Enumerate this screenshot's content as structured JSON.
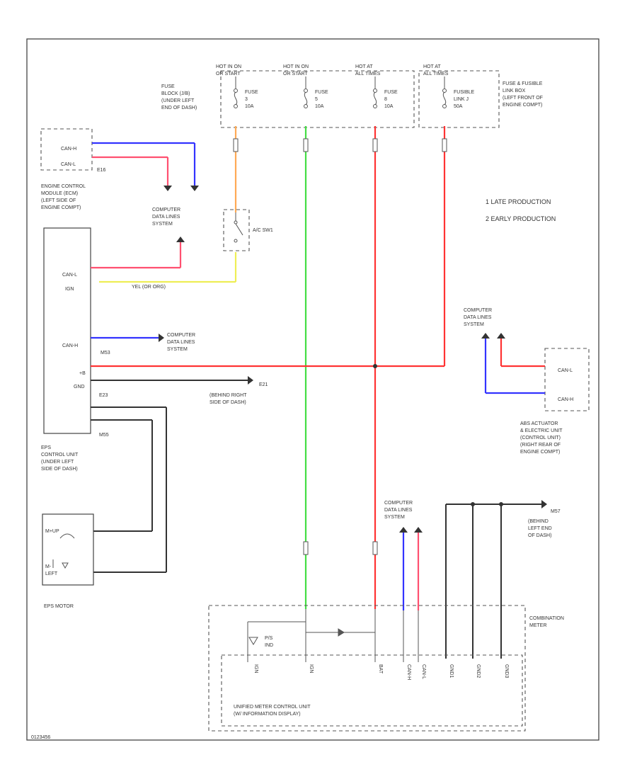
{
  "labels": {
    "hot1": "HOT IN ON\nOR START",
    "hot2": "HOT IN ON\nOR START",
    "hot3": "HOT AT\nALL TIMES",
    "hot4": "HOT AT\nALL TIMES",
    "fuse_block": "FUSE\nBLOCK (J/B)\n(UNDER LEFT\nEND OF DASH)",
    "fuse1": "FUSE\n3\n10A",
    "fuse2": "FUSE\n5\n10A",
    "fuse3": "FUSE\n8\n10A",
    "fusible": "FUSIBLE\nLINK J\n50A",
    "fuse_fusible_box": "FUSE & FUSIBLE\nLINK BOX\n(LEFT FRONT OF\nENGINE COMPT)",
    "ecm_conn_h": "CAN-H",
    "ecm_conn_l": "CAN-L",
    "e16": "E16",
    "ecm": "ENGINE CONTROL\nMODULE (ECM)\n(LEFT SIDE OF\nENGINE COMPT)",
    "comp_data_1": "COMPUTER\nDATA LINES\nSYSTEM",
    "ac_sw": "A/C SW1",
    "eps_can_l": "CAN-L",
    "eps_ign": "IGN",
    "eps_can_h": "CAN-H",
    "m53": "M53",
    "eps_pwr": "+B",
    "eps_gnd": "GND",
    "e23": "E23",
    "m55": "M55",
    "wire_yel": "YEL (OR ORG)",
    "comp_data_2": "COMPUTER\nDATA LINES\nSYSTEM",
    "e21": "E21",
    "e21_loc": "(BEHIND RIGHT\nSIDE OF DASH)",
    "eps_unit": "EPS\nCONTROL UNIT\n(UNDER LEFT\nSIDE OF DASH)",
    "eps_motor_plus": "M+UP",
    "eps_motor_minus": "M-\nLEFT",
    "eps_motor": "EPS MOTOR",
    "late": "1 LATE PRODUCTION",
    "early": "2 EARLY PRODUCTION",
    "comp_data_3": "COMPUTER\nDATA LINES\nSYSTEM",
    "abs_can_l": "CAN-L",
    "abs_can_h": "CAN-H",
    "abs_unit": "ABS ACTUATOR\n& ELECTRIC UNIT\n(CONTROL UNIT)\n(RIGHT REAR OF\nENGINE COMPT)",
    "comp_data_4": "COMPUTER\nDATA LINES\nSYSTEM",
    "m57": "M57",
    "m57_loc": "(BEHIND\nLEFT END\nOF DASH)",
    "combination_meter": "COMBINATION\nMETER",
    "ps_ind": "P/S\nIND",
    "pin_ign": "IGN",
    "pin_bat": "BAT",
    "pin_canh": "CAN-H",
    "pin_canl": "CAN-L",
    "pin_gnd1": "GND1",
    "pin_gnd2": "GND2",
    "pin_gnd3": "GND3",
    "pin_ign0": "IGN",
    "umcu": "UNIFIED METER CONTROL UNIT\n(W/ INFORMATION DISPLAY)",
    "code": "0123456"
  },
  "colors": {
    "red": "#ff3333",
    "pink": "#ff5070",
    "blue": "#3333ff",
    "green": "#44dd44",
    "orange": "#ffaa55",
    "yellow": "#eeee55",
    "black": "#333333"
  }
}
